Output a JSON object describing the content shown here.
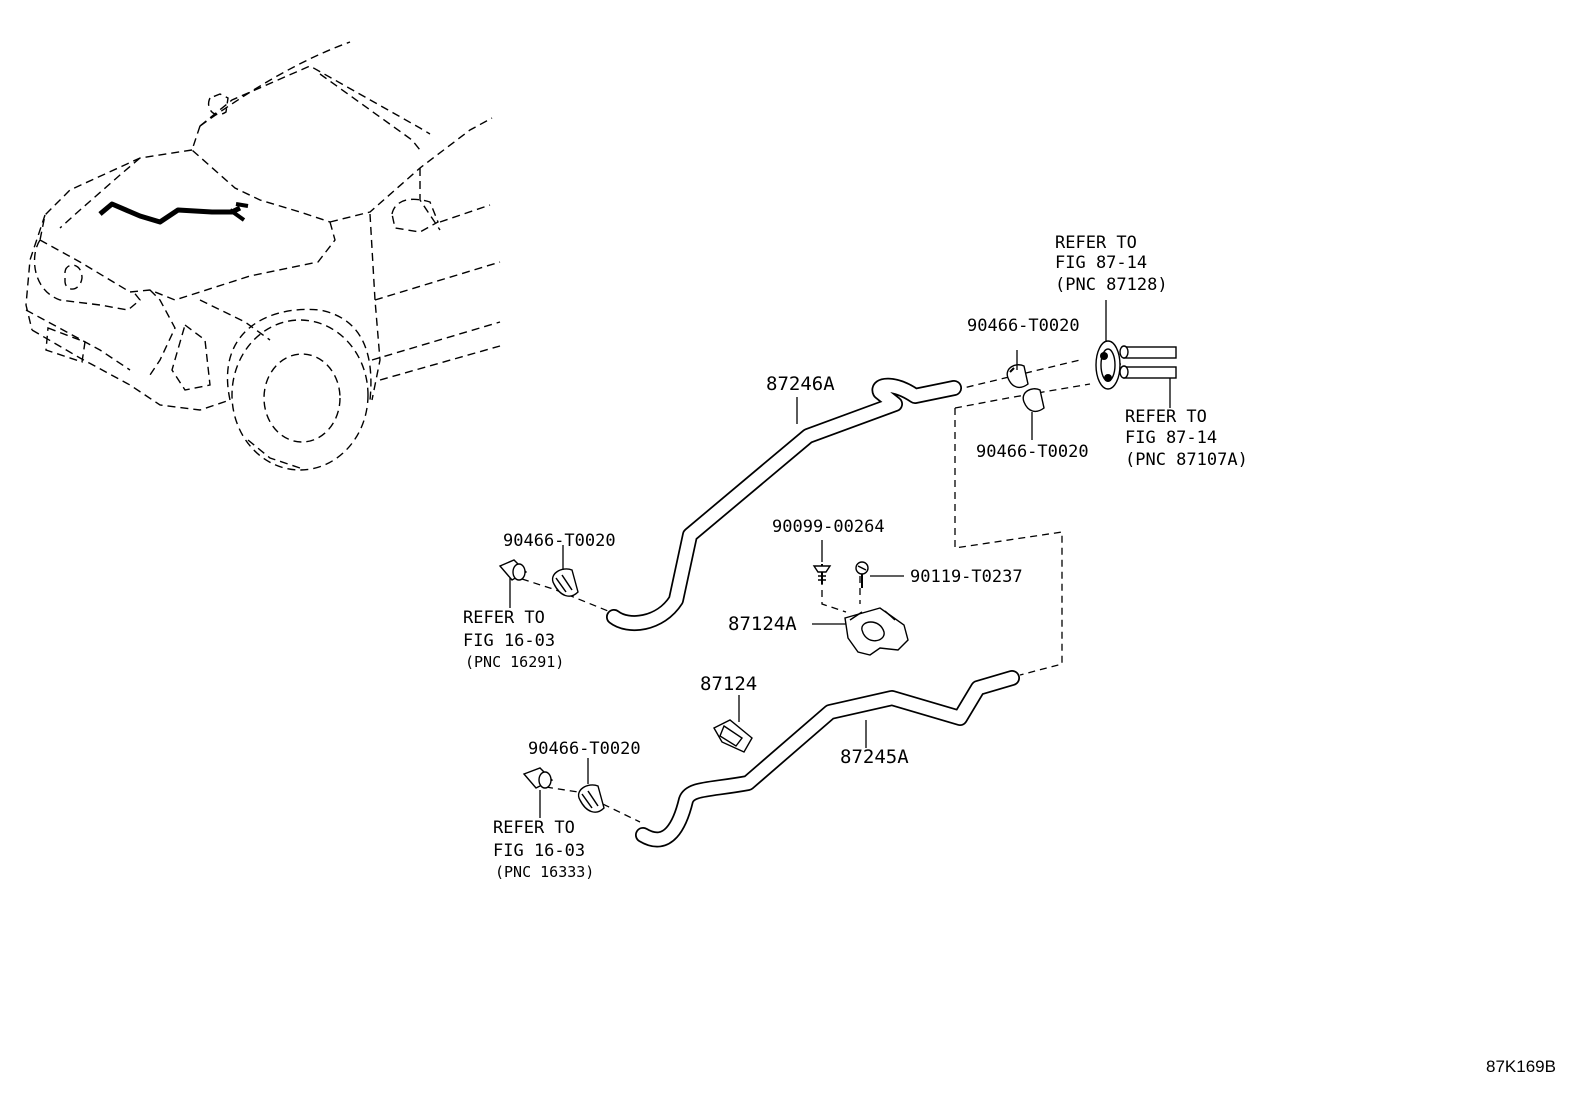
{
  "parts": {
    "hose_87246A": "87246A",
    "hose_87245A": "87245A",
    "clamp_87124A": "87124A",
    "clamp_87124": "87124",
    "clip_top_upper": "90466-T0020",
    "clip_top_lower": "90466-T0020",
    "clip_left_upper": "90466-T0020",
    "clip_left_lower": "90466-T0020",
    "screw_90099": "90099-00264",
    "bolt_90119": "90119-T0237"
  },
  "references": {
    "ref_87128": [
      "REFER TO",
      "FIG 87-14",
      "(PNC 87128)"
    ],
    "ref_87107A": [
      "REFER TO",
      "FIG 87-14",
      "(PNC 87107A)"
    ],
    "ref_16291": [
      "REFER TO",
      "FIG 16-03",
      "(PNC 16291)"
    ],
    "ref_16333": [
      "REFER TO",
      "FIG 16-03",
      "(PNC 16333)"
    ]
  },
  "diagram_code": "87K169B"
}
